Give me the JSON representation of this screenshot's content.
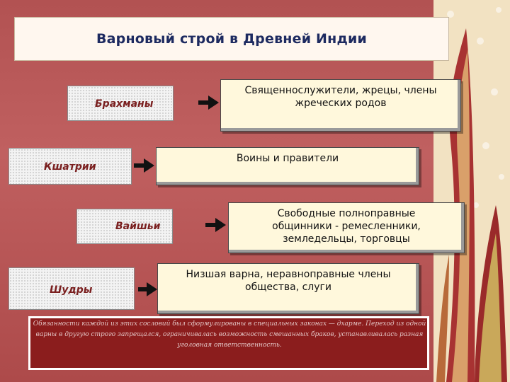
{
  "title": "Варновый строй в Древней Индии",
  "varnas": [
    {
      "name": "Брахманы",
      "description": "Священнослужители, жрецы, члены жреческих родов"
    },
    {
      "name": "Кшатрии",
      "description": "Воины и правители"
    },
    {
      "name": "Вайшьи",
      "description": "Свободные полноправные общинники - ремесленники, земледельцы, торговцы"
    },
    {
      "name": "Шудры",
      "description": "Низшая варна, неравноправные члены общества, слуги"
    }
  ],
  "footer": {
    "text": "Обязанности каждой из этих сословий был сформулированы в специальных законах — дхарме. Переход из одной варны в другую строго запрещался, ограничивалась возможность смешанных браков, устанавливалась разная уголовная ответственность."
  },
  "colors": {
    "background": "#b25252",
    "title_text": "#1d2a60",
    "varna_label": "#7a1f1f",
    "description_bg": "#fff8dc"
  }
}
